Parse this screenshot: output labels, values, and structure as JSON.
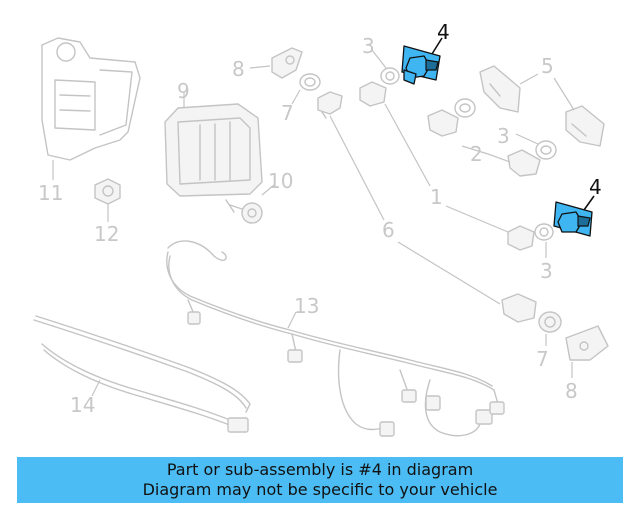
{
  "callouts": {
    "c11": "11",
    "c12": "12",
    "c9": "9",
    "c10": "10",
    "c8a": "8",
    "c7a": "7",
    "c3a": "3",
    "c4a": "4",
    "c5": "5",
    "c3b": "3",
    "c2": "2",
    "c1": "1",
    "c4b": "4",
    "c6": "6",
    "c3c": "3",
    "c13": "13",
    "c7b": "7",
    "c8b": "8",
    "c14": "14"
  },
  "highlight": {
    "part_number": "4",
    "color": "#3fb6f2"
  },
  "banner": {
    "line1": "Part or sub-assembly is #4 in diagram",
    "line2": "Diagram may not be specific to your vehicle",
    "color": "#4bbcf4"
  }
}
